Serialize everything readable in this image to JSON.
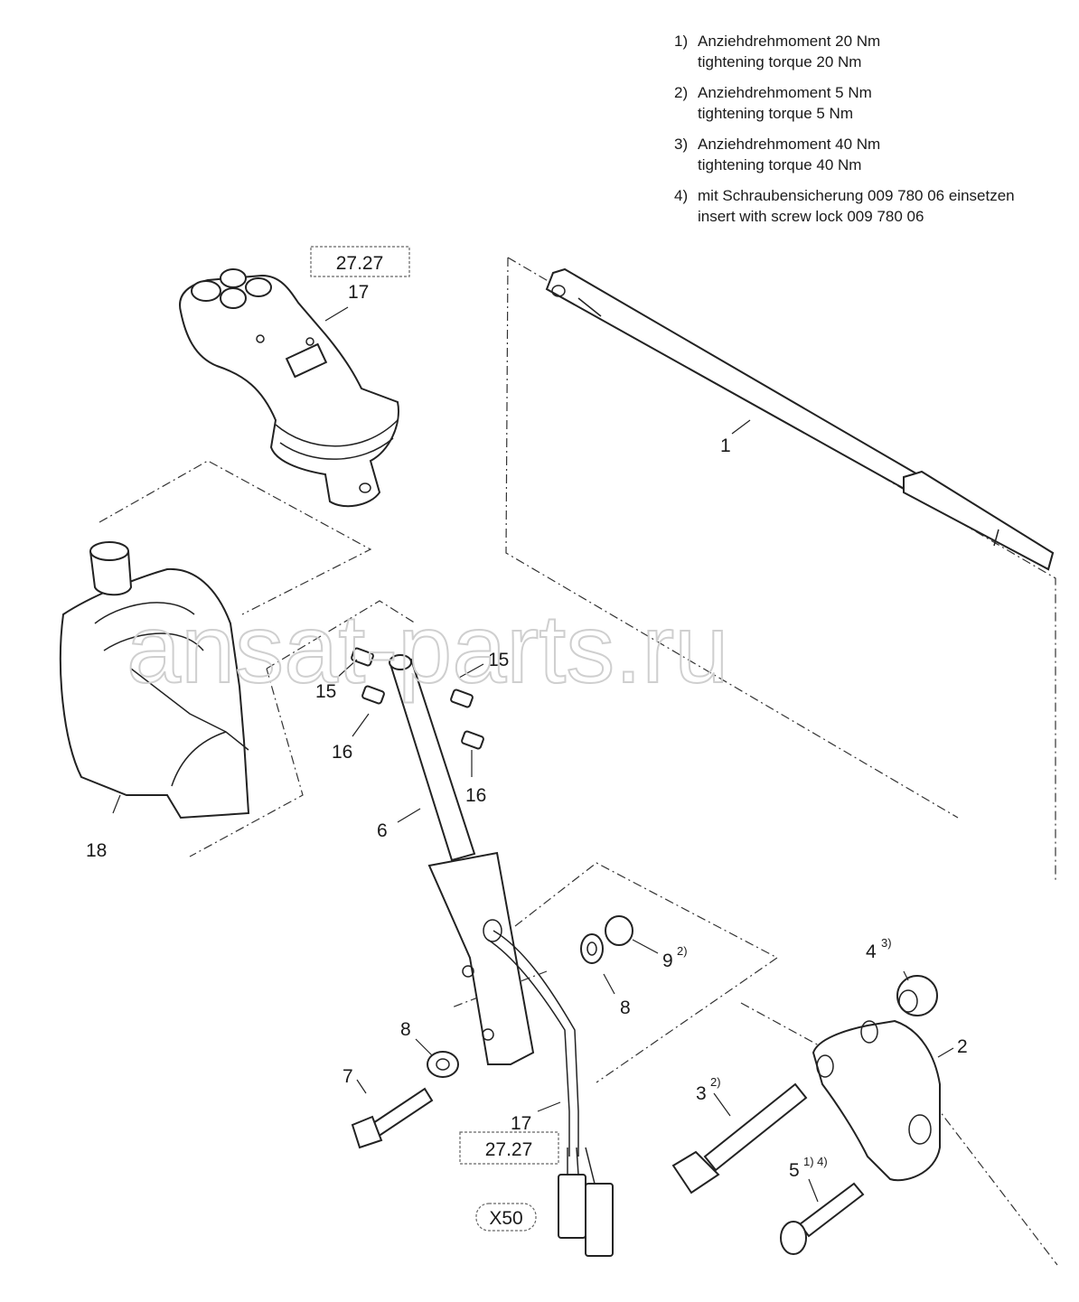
{
  "notes": [
    {
      "num": "1)",
      "de": "Anziehdrehmoment 20 Nm",
      "en": "tightening torque 20 Nm"
    },
    {
      "num": "2)",
      "de": "Anziehdrehmoment 5 Nm",
      "en": "tightening torque 5 Nm"
    },
    {
      "num": "3)",
      "de": "Anziehdrehmoment 40 Nm",
      "en": "tightening torque 40 Nm"
    },
    {
      "num": "4)",
      "de": "mit Schraubensicherung 009 780 06 einsetzen",
      "en": "insert with screw lock 009 780 06"
    }
  ],
  "refs": {
    "top": "27.27",
    "bottom": "27.27",
    "connector": "X50"
  },
  "labels": {
    "p1": "1",
    "p2": "2",
    "p3": "3",
    "p3sup": "2)",
    "p4": "4",
    "p4sup": "3)",
    "p5": "5",
    "p5sup": "1) 4)",
    "p6": "6",
    "p7": "7",
    "p8a": "8",
    "p8b": "8",
    "p9": "9",
    "p9sup": "2)",
    "p15a": "15",
    "p15b": "15",
    "p16a": "16",
    "p16b": "16",
    "p17a": "17",
    "p17b": "17",
    "p18": "18"
  },
  "watermark": "ansat-parts.ru"
}
